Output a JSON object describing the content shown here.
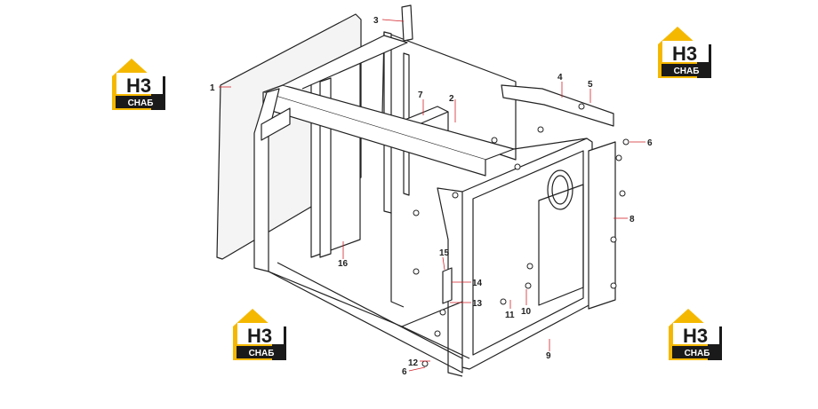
{
  "diagram": {
    "callouts": [
      "1",
      "2",
      "3",
      "4",
      "5",
      "6",
      "7",
      "8",
      "8",
      "9",
      "10",
      "11",
      "12",
      "6",
      "13",
      "14",
      "15",
      "16"
    ]
  },
  "logos": [
    {
      "top": "H3",
      "bottom": "СНАБ"
    },
    {
      "top": "H3",
      "bottom": "СНАБ"
    },
    {
      "top": "H3",
      "bottom": "СНАБ"
    },
    {
      "top": "H3",
      "bottom": "СНАБ"
    }
  ],
  "colors": {
    "logo_yellow": "#f5b800",
    "logo_black": "#1a1a1a",
    "line": "#222222",
    "panel_fill": "#f4f4f4",
    "callout_red": "#d2232a"
  }
}
